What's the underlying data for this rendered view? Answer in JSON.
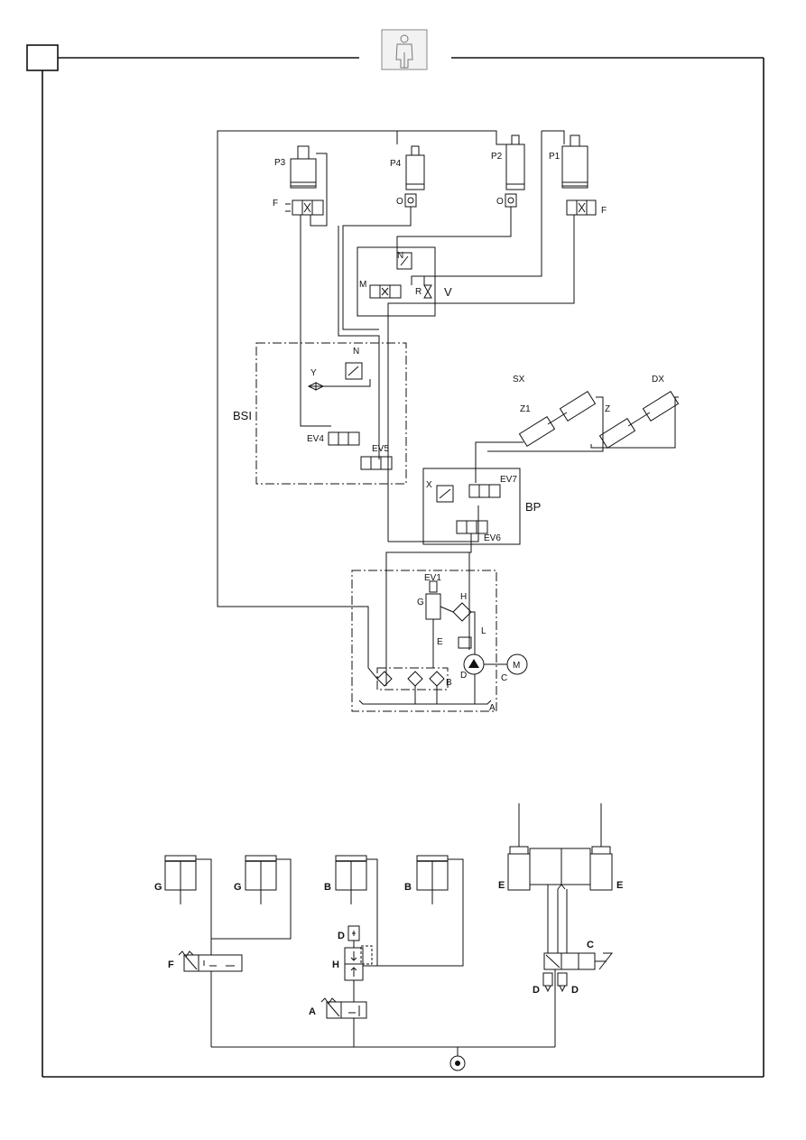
{
  "top_circuit": {
    "cylinders": {
      "p3": "P3",
      "p4": "P4",
      "p2": "P2",
      "p1": "P1"
    },
    "valves": {
      "f_left": "F",
      "f_right": "F",
      "o_left": "O",
      "o_right": "O"
    },
    "block_v": {
      "title": "V",
      "n": "N",
      "m": "M",
      "r": "R"
    },
    "block_bsi": {
      "title": "BSI",
      "n": "N",
      "y": "Y",
      "ev4": "EV4",
      "ev5": "EV5"
    },
    "side": {
      "sx": "SX",
      "dx": "DX",
      "z1": "Z1",
      "z": "Z"
    },
    "block_bp": {
      "title": "BP",
      "x": "X",
      "ev7": "EV7",
      "ev6": "EV6"
    },
    "power_unit": {
      "ev1": "EV1",
      "g": "G",
      "h": "H",
      "l": "L",
      "e": "E",
      "d": "D",
      "b": "B",
      "c": "C",
      "m": "M",
      "a": "A"
    }
  },
  "bottom_circuit": {
    "cyl_g1": "G",
    "cyl_g2": "G",
    "cyl_b1": "B",
    "cyl_b2": "B",
    "cyl_e_left": "E",
    "cyl_e_right": "E",
    "valve_f": "F",
    "valve_h": "H",
    "valve_a": "A",
    "valve_c": "C",
    "d_top": "D",
    "d_left": "D",
    "d_right": "D"
  }
}
